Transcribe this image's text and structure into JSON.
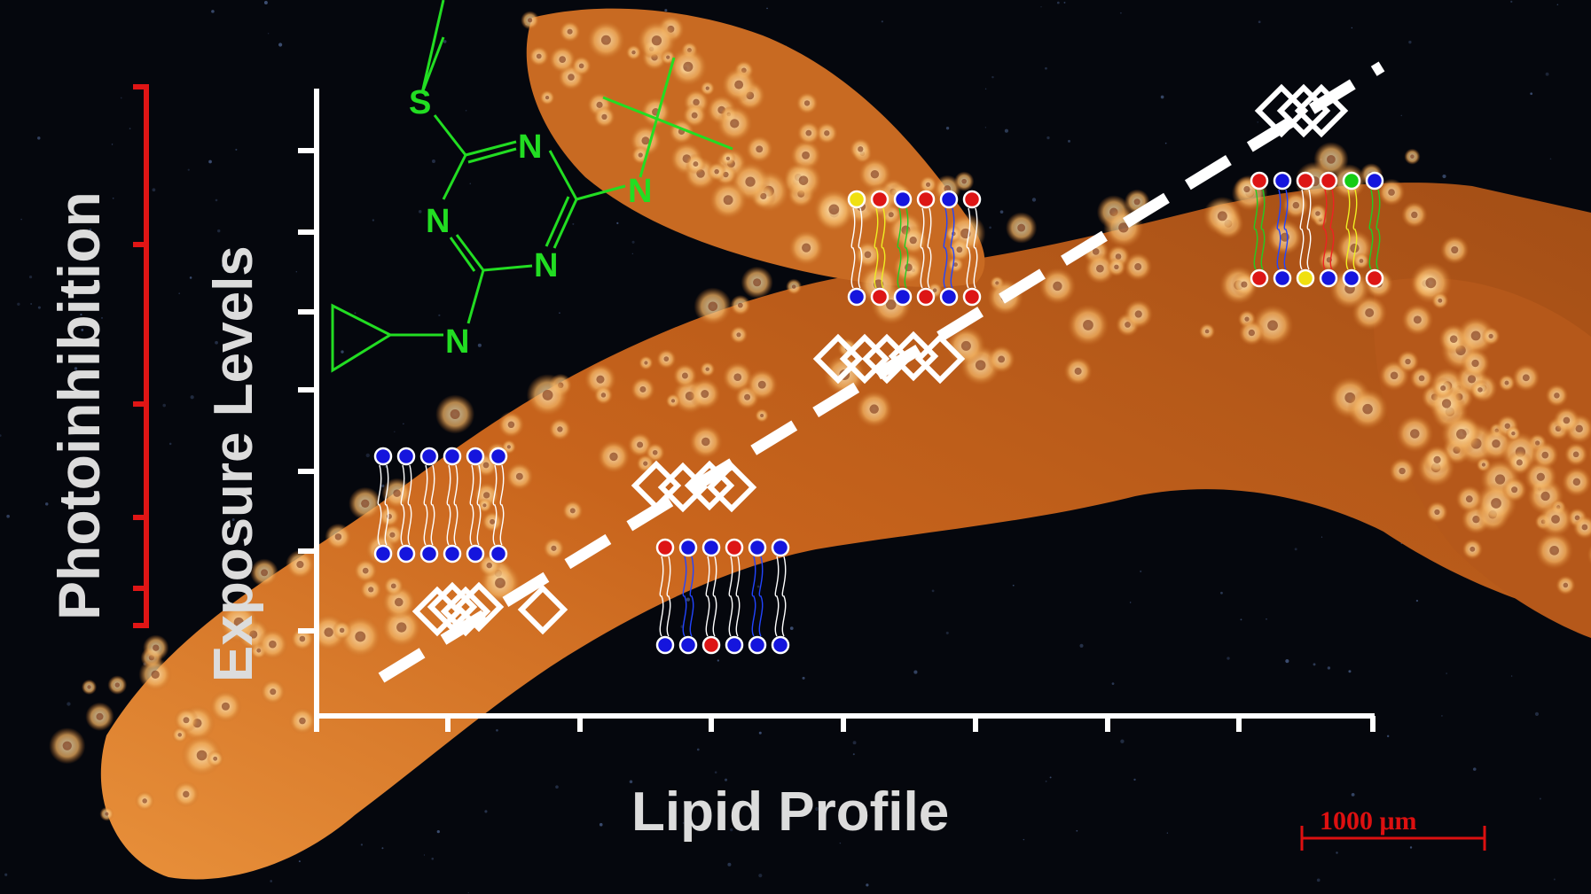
{
  "labels": {
    "x_axis": "Lipid  Profile",
    "y_axis_inner": "Exposure  Levels",
    "y_axis_outer": "Photoinhibition",
    "scale_bar": "1000 μm"
  },
  "molecule": {
    "atoms": [
      "S",
      "N",
      "N",
      "N",
      "N",
      "N"
    ],
    "description_color": "#22dd22"
  },
  "colors": {
    "axis": "#ffffff",
    "photoinhibition_bar": "#e01515",
    "trend_line": "#ffffff",
    "scale_bar": "#dd1010",
    "molecule": "#22dd22",
    "coral_base": "#c0601a"
  },
  "chart_data": {
    "type": "scatter",
    "xlabel": "Lipid  Profile",
    "ylabel": "Exposure  Levels",
    "x_ticks": 8,
    "y_ticks": 8,
    "trend": "dashed linear increase"
  }
}
